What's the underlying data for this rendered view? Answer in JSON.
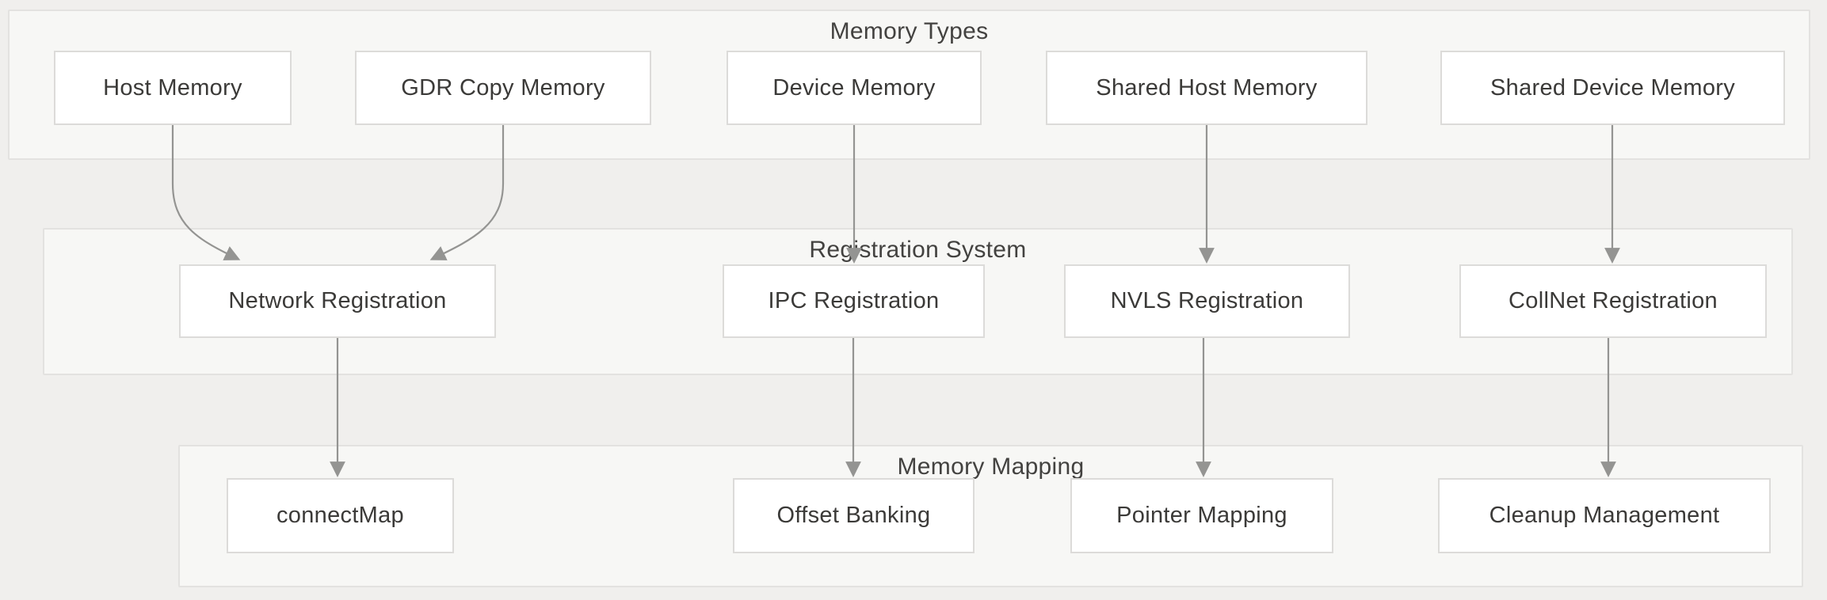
{
  "diagram": {
    "groups": [
      {
        "title": "Memory Types",
        "nodes": [
          {
            "id": "host-memory",
            "label": "Host Memory"
          },
          {
            "id": "gdr-copy-memory",
            "label": "GDR Copy Memory"
          },
          {
            "id": "device-memory",
            "label": "Device Memory"
          },
          {
            "id": "shared-host-memory",
            "label": "Shared Host Memory"
          },
          {
            "id": "shared-device-memory",
            "label": "Shared Device Memory"
          }
        ]
      },
      {
        "title": "Registration System",
        "nodes": [
          {
            "id": "network-registration",
            "label": "Network Registration"
          },
          {
            "id": "ipc-registration",
            "label": "IPC Registration"
          },
          {
            "id": "nvls-registration",
            "label": "NVLS Registration"
          },
          {
            "id": "collnet-registration",
            "label": "CollNet Registration"
          }
        ]
      },
      {
        "title": "Memory Mapping",
        "nodes": [
          {
            "id": "connectmap",
            "label": "connectMap"
          },
          {
            "id": "offset-banking",
            "label": "Offset Banking"
          },
          {
            "id": "pointer-mapping",
            "label": "Pointer Mapping"
          },
          {
            "id": "cleanup-management",
            "label": "Cleanup Management"
          }
        ]
      }
    ],
    "edges": [
      {
        "from": "Host Memory",
        "to": "Network Registration"
      },
      {
        "from": "GDR Copy Memory",
        "to": "Network Registration"
      },
      {
        "from": "Device Memory",
        "to": "IPC Registration"
      },
      {
        "from": "Shared Host Memory",
        "to": "NVLS Registration"
      },
      {
        "from": "Shared Device Memory",
        "to": "CollNet Registration"
      },
      {
        "from": "Network Registration",
        "to": "connectMap"
      },
      {
        "from": "IPC Registration",
        "to": "Offset Banking"
      },
      {
        "from": "NVLS Registration",
        "to": "Pointer Mapping"
      },
      {
        "from": "CollNet Registration",
        "to": "Cleanup Management"
      }
    ],
    "colors": {
      "page_background": "#f0efed",
      "band_fill": "#f7f7f5",
      "band_border": "#e3e2e0",
      "node_fill": "#ffffff",
      "node_border": "#dcdbd9",
      "text": "#3b3a38",
      "arrow": "#949492"
    }
  }
}
